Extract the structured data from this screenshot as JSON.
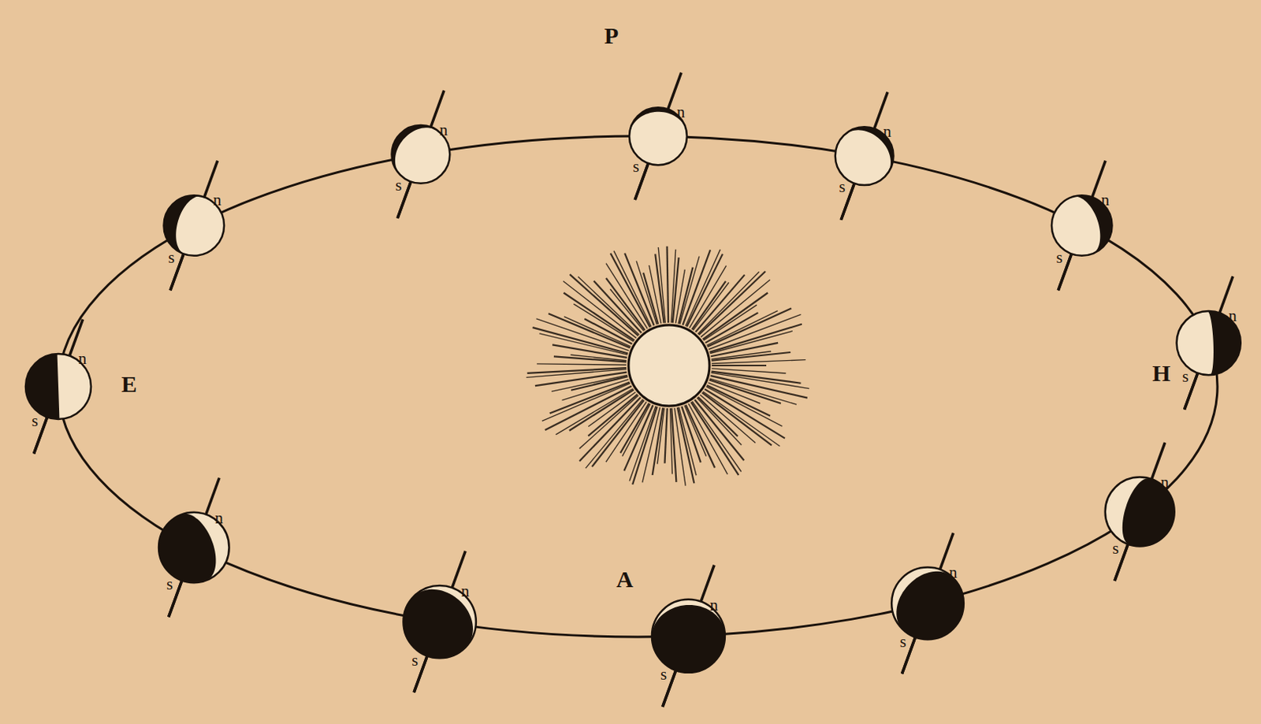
{
  "diagram": {
    "labels": [
      "P",
      "E",
      "H",
      "A",
      "n",
      "s",
      "n",
      "s",
      "n",
      "s",
      "n",
      "s",
      "n",
      "s",
      "n",
      "s",
      "n",
      "s",
      "n",
      "s",
      "n",
      "s",
      "n",
      "s",
      "n",
      "s",
      "n",
      "s"
    ]
  }
}
